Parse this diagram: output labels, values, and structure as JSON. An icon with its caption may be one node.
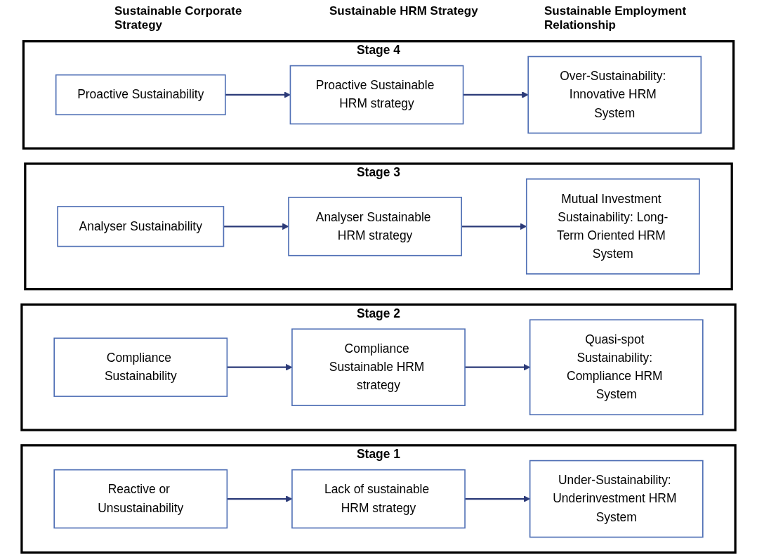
{
  "diagram": {
    "nodes": [
      {
        "text": [
          "Stage 4"
        ]
      },
      {
        "text": [
          "Proactive Sustainability"
        ],
        "in": 0
      },
      {
        "text": [
          "Proactive Sustainable HRM strategy"
        ],
        "in": 0
      },
      {
        "text": [
          "Over-Sustainability: Innovative HRM System"
        ],
        "in": 0
      },
      {
        "text": [
          "Stage 3"
        ]
      },
      {
        "text": [
          "Analyser Sustainability"
        ],
        "in": 4
      },
      {
        "text": [
          "Analyser Sustainable HRM strategy"
        ],
        "in": 4
      },
      {
        "text": [
          "Mutual Investment Sustainability: Long-Term Oriented HRM System"
        ],
        "in": 4
      },
      {
        "text": [
          "Stage 2"
        ]
      },
      {
        "text": [
          "Compliance Sustainability"
        ],
        "in": 8
      },
      {
        "text": [
          "Compliance Sustainable HRM strategy"
        ],
        "in": 8
      },
      {
        "text": [
          "Quasi-spot Sustainability: Compliance HRM System"
        ],
        "in": 8
      },
      {
        "text": [
          "Stage 1"
        ]
      },
      {
        "text": [
          "Reactive or Unsustainability"
        ],
        "in": 12
      },
      {
        "text": [
          "Lack of sustainable HRM strategy"
        ],
        "in": 12
      },
      {
        "text": [
          "Under-Sustainability: Underinvestment HRM System"
        ],
        "in": 12
      }
    ],
    "edges": [
      {
        "from": 1,
        "to": 2,
        "arrow": "to"
      },
      {
        "from": 2,
        "to": 3,
        "arrow": "to"
      },
      {
        "from": 5,
        "to": 6,
        "arrow": "to"
      },
      {
        "from": 6,
        "to": 7,
        "arrow": "to"
      },
      {
        "from": 9,
        "to": 10,
        "arrow": "to"
      },
      {
        "from": 10,
        "to": 11,
        "arrow": "to"
      },
      {
        "from": 13,
        "to": 14,
        "arrow": "to"
      },
      {
        "from": 14,
        "to": 15,
        "arrow": "to"
      }
    ],
    "labels": [
      "Sustainable Corporate Strategy",
      "Sustainable HRM Strategy",
      "Sustainable Employment Relationship"
    ]
  }
}
